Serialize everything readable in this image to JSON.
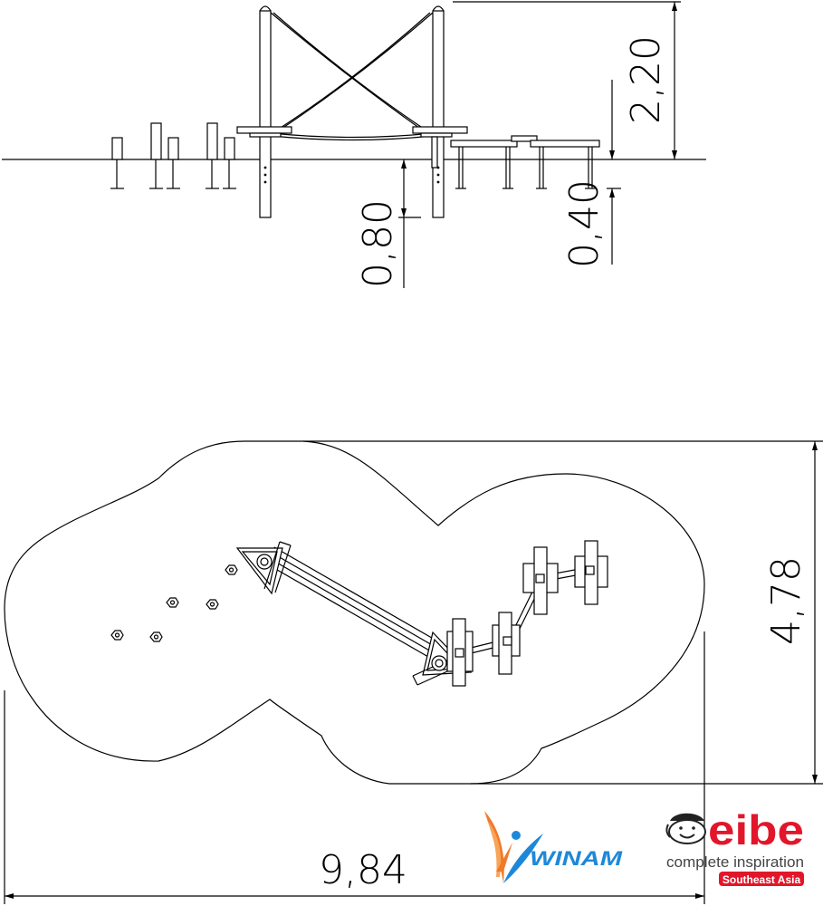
{
  "dimensions": {
    "total_height": "2,20",
    "platform_height": "0,40",
    "foundation_depth": "0,80",
    "plan_width": "4,78",
    "plan_length": "9,84"
  },
  "logos": {
    "winam": {
      "wordmark": "WINAM",
      "accent_colors": [
        "#f07a2a",
        "#1e88d8"
      ]
    },
    "eibe": {
      "wordmark": "eibe",
      "tagline": "complete inspiration",
      "region": "Southeast Asia",
      "brand_color": "#e2162a"
    }
  }
}
